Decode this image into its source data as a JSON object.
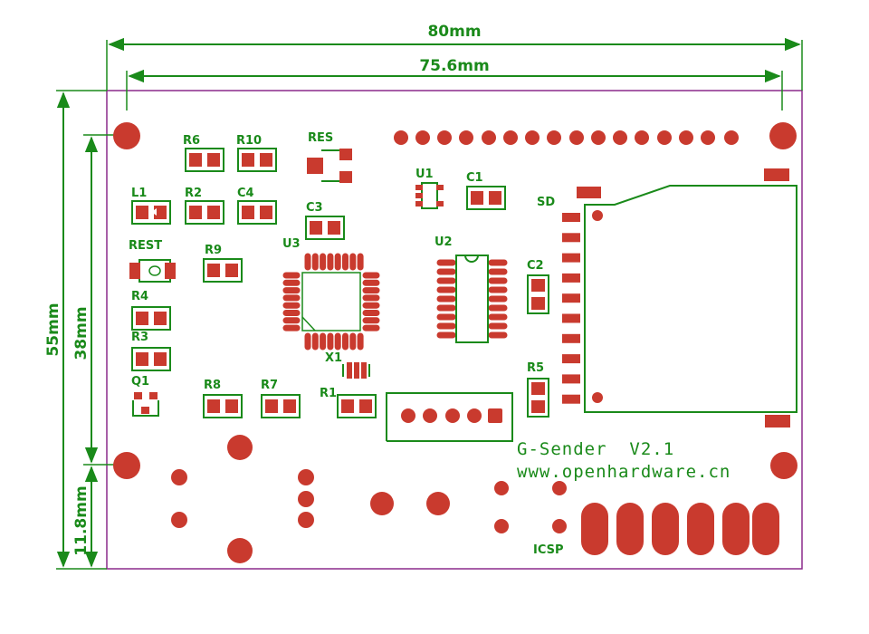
{
  "dimensions": {
    "width_total": "80mm",
    "width_holes": "75.6mm",
    "height_total": "55mm",
    "height_holes": "38mm",
    "height_bottom": "11.8mm"
  },
  "labels": {
    "r6": "R6",
    "r10": "R10",
    "res": "RES",
    "u1": "U1",
    "c1": "C1",
    "sd": "SD",
    "l1": "L1",
    "r2": "R2",
    "c4": "C4",
    "c3": "C3",
    "u3": "U3",
    "u2": "U2",
    "rest": "REST",
    "r9": "R9",
    "c2": "C2",
    "r4": "R4",
    "r3": "R3",
    "x1": "X1",
    "r5": "R5",
    "q1": "Q1",
    "r8": "R8",
    "r7": "R7",
    "r1": "R1",
    "icsp": "ICSP"
  },
  "branding": {
    "product": "G-Sender  V2.1",
    "website": "www.openhardware.cn"
  }
}
